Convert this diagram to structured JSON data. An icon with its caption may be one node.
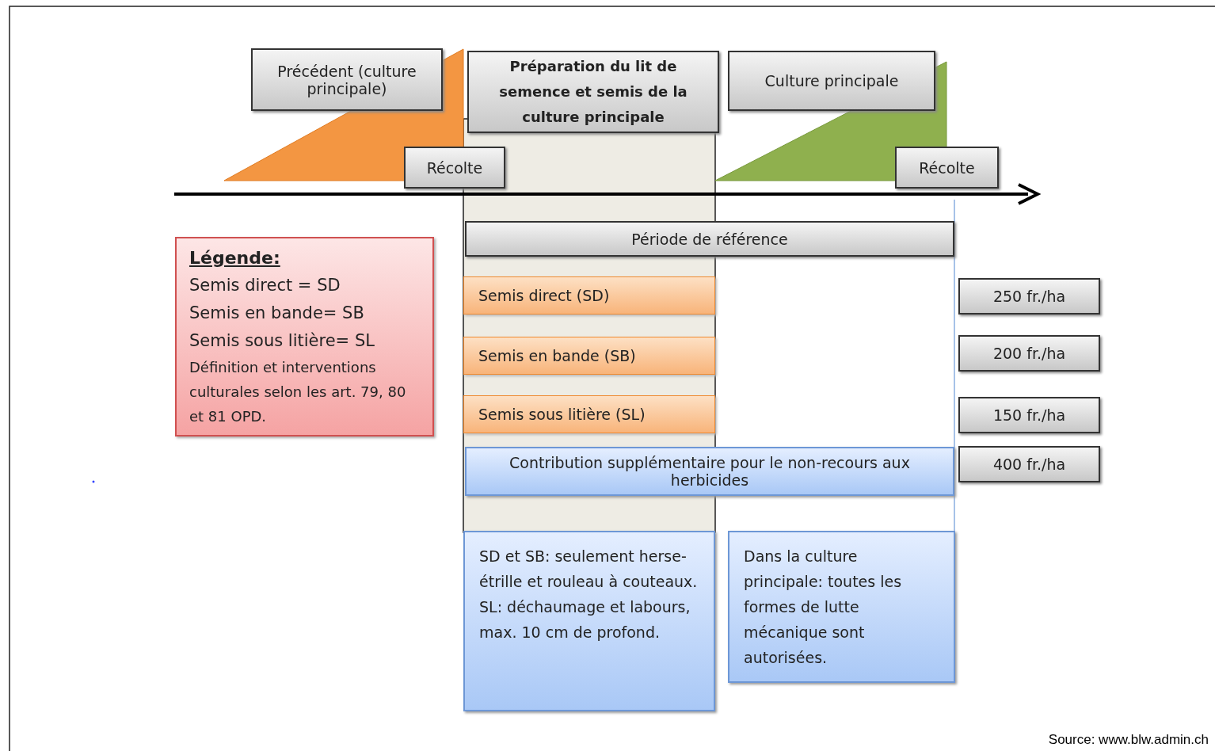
{
  "diagram": {
    "nodes": [
      {
        "text": [
          "Précédent (culture principale)"
        ]
      },
      {
        "text": [
          "Préparation du lit de semence et semis de la culture principale"
        ]
      },
      {
        "text": [
          "Culture principale"
        ]
      },
      {
        "text": [
          "Récolte"
        ]
      },
      {
        "text": [
          "Récolte"
        ]
      },
      {
        "text": [
          "Période de référence"
        ]
      },
      {
        "text": [
          "Légende:",
          "Semis direct = SD",
          "Semis en bande= SB",
          "Semis sous litière= SL",
          "Définition et interventions culturales selon les art. 79, 80 et 81 OPD."
        ]
      },
      {
        "text": [
          "Semis direct (SD)"
        ]
      },
      {
        "text": [
          "250 fr./ha"
        ]
      },
      {
        "text": [
          "Semis en bande (SB)"
        ]
      },
      {
        "text": [
          "200 fr./ha"
        ]
      },
      {
        "text": [
          "Semis sous litière (SL)"
        ]
      },
      {
        "text": [
          "150 fr./ha"
        ]
      },
      {
        "text": [
          "Contribution supplémentaire pour le non-recours aux herbicides"
        ]
      },
      {
        "text": [
          "400 fr./ha"
        ]
      },
      {
        "text": [
          "SD et SB: seulement herse-étrille et rouleau à couteaux.",
          "SL: déchaumage et labours, max. 10 cm de profond."
        ]
      },
      {
        "text": [
          "Dans la culture principale: toutes les formes de lutte mécanique sont autorisées."
        ]
      }
    ],
    "labels": [
      "Source: www.blw.admin.ch"
    ]
  }
}
